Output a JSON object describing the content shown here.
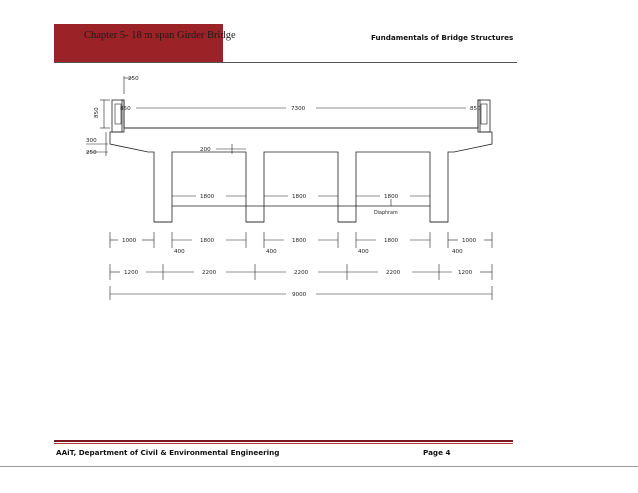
{
  "header": {
    "chapter_title": "Chapter 5- 18 m span Girder Bridge",
    "right_title": "Fundamentals of Bridge Structures",
    "band_color": "#9b2227"
  },
  "drawing": {
    "labels": {
      "d250_top": "250",
      "d850_vertical": "850",
      "d850_left": "850",
      "d7300": "7300",
      "d850_right": "850",
      "d300": "300",
      "d250_left": "250",
      "d200": "200",
      "d1800_a": "1800",
      "d1800_b": "1800",
      "d1800_c": "1800",
      "diaphragm": "Diaphram",
      "r1_1000_left": "1000",
      "r1_1800_a": "1800",
      "r1_1800_b": "1800",
      "r1_1800_c": "1800",
      "r1_1000_right": "1000",
      "r1_400_a": "400",
      "r1_400_b": "400",
      "r1_400_c": "400",
      "r1_400_d": "400",
      "r2_1200_left": "1200",
      "r2_2200_a": "2200",
      "r2_2200_b": "2200",
      "r2_2200_c": "2200",
      "r2_1200_right": "1200",
      "r3_9000": "9000"
    }
  },
  "footer": {
    "department": "AAiT, Department of Civil & Environmental Engineering",
    "page": "Page 4"
  }
}
